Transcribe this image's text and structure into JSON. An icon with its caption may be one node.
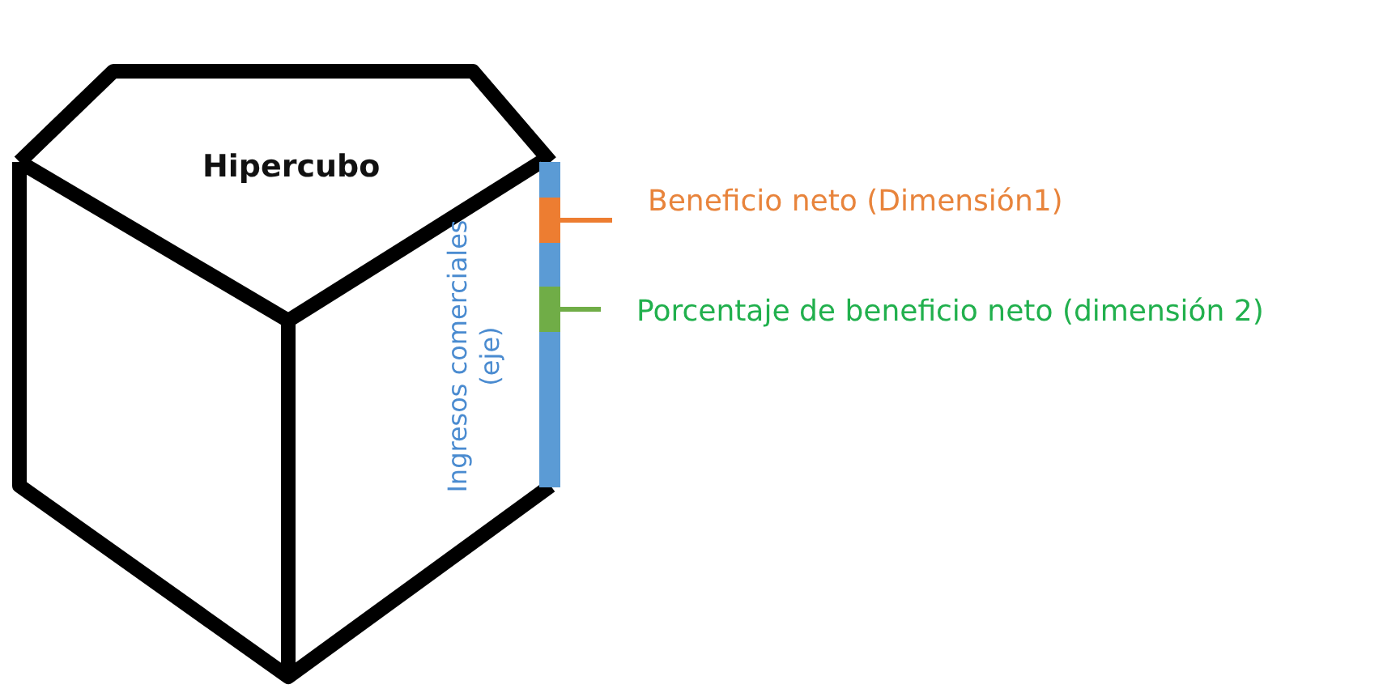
{
  "diagram": {
    "nodes": [
      {
        "text": [
          "Hipercubo"
        ]
      },
      {
        "text": [],
        "shape": "bar",
        "beside": [
          "Ingresos comerciales (eje)"
        ]
      },
      {
        "text": [],
        "shape": "bar",
        "in": 1
      },
      {
        "text": [],
        "shape": "bar",
        "in": 1
      },
      {
        "text": [
          "Beneficio neto (Dimensión1)"
        ]
      },
      {
        "text": [
          "Porcentaje de beneficio neto (dimensión  2)"
        ]
      }
    ],
    "edges": [
      {
        "from": 4,
        "to": 2,
        "arrow": "none",
        "color": "#ed7d31"
      },
      {
        "from": 5,
        "to": 3,
        "arrow": "none",
        "color": "#70ad47"
      }
    ]
  }
}
